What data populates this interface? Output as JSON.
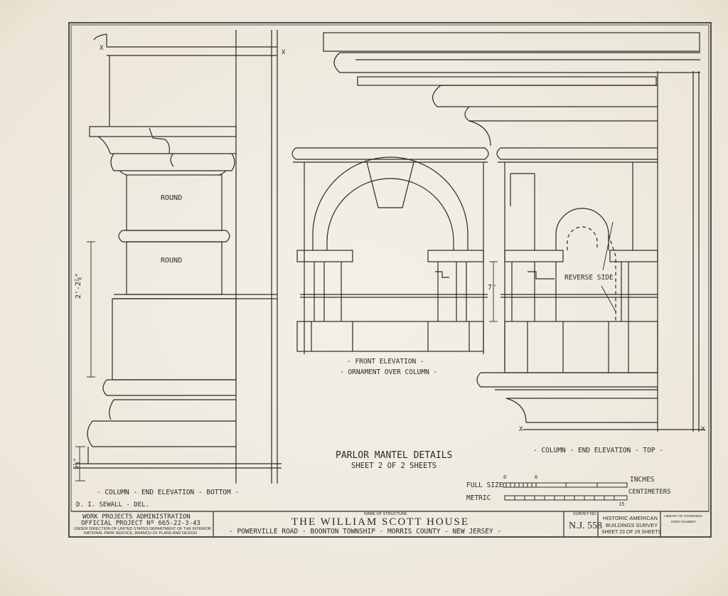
{
  "left_drawing": {
    "labels": {
      "upper_round": "ROUND",
      "lower_round": "ROUND"
    },
    "dimension_vertical": "2'-2⅞\"",
    "dimension_base": "5⅛\"",
    "section_mark": "X",
    "caption": "- COLUMN - END ELEVATION - BOTTOM -",
    "delineator": "D. I. SEWALL - DEL."
  },
  "center_drawing": {
    "dimension": "7\"",
    "caption_1": "- FRONT ELEVATION -",
    "caption_2": "- ORNAMENT OVER COLUMN -"
  },
  "right_drawing": {
    "callout": "REVERSE SIDE",
    "section_mark": "X",
    "caption": "- COLUMN - END ELEVATION - TOP -"
  },
  "sheet_title": {
    "main": "PARLOR MANTEL DETAILS",
    "sub": "SHEET 2 OF 2 SHEETS"
  },
  "scales": {
    "full_size_label": "FULL SIZE",
    "full_size_unit": "INCHES",
    "full_size_ticks": [
      "0",
      "6"
    ],
    "metric_label": "METRIC",
    "metric_unit": "CENTIMETERS",
    "metric_end": "15"
  },
  "title_block": {
    "agency_1": "WORK PROJECTS ADMINISTRATION",
    "agency_2": "OFFICIAL PROJECT Nº 665-22-3-43",
    "agency_3": "UNDER DIRECTION OF UNITED STATES DEPARTMENT OF THE INTERIOR",
    "agency_4": "NATIONAL PARK SERVICE, BRANCH OF PLANS AND DESIGN",
    "name_label": "NAME OF STRUCTURE",
    "structure_name": "THE WILLIAM SCOTT HOUSE",
    "location": "- POWERVILLE ROAD - BOONTON TOWNSHIP - MORRIS COUNTY - NEW JERSEY -",
    "survey_label": "SURVEY NO.",
    "survey_no": "N.J. 558",
    "habs_1": "HISTORIC AMERICAN",
    "habs_2": "BUILDINGS SURVEY",
    "habs_3": "SHEET 23 OF 29 SHEETS",
    "loc_1": "LIBRARY OF CONGRESS",
    "loc_2": "INDEX NUMBER"
  },
  "colors": {
    "paper": "#efebe2",
    "ink": "#2a2a2a"
  }
}
